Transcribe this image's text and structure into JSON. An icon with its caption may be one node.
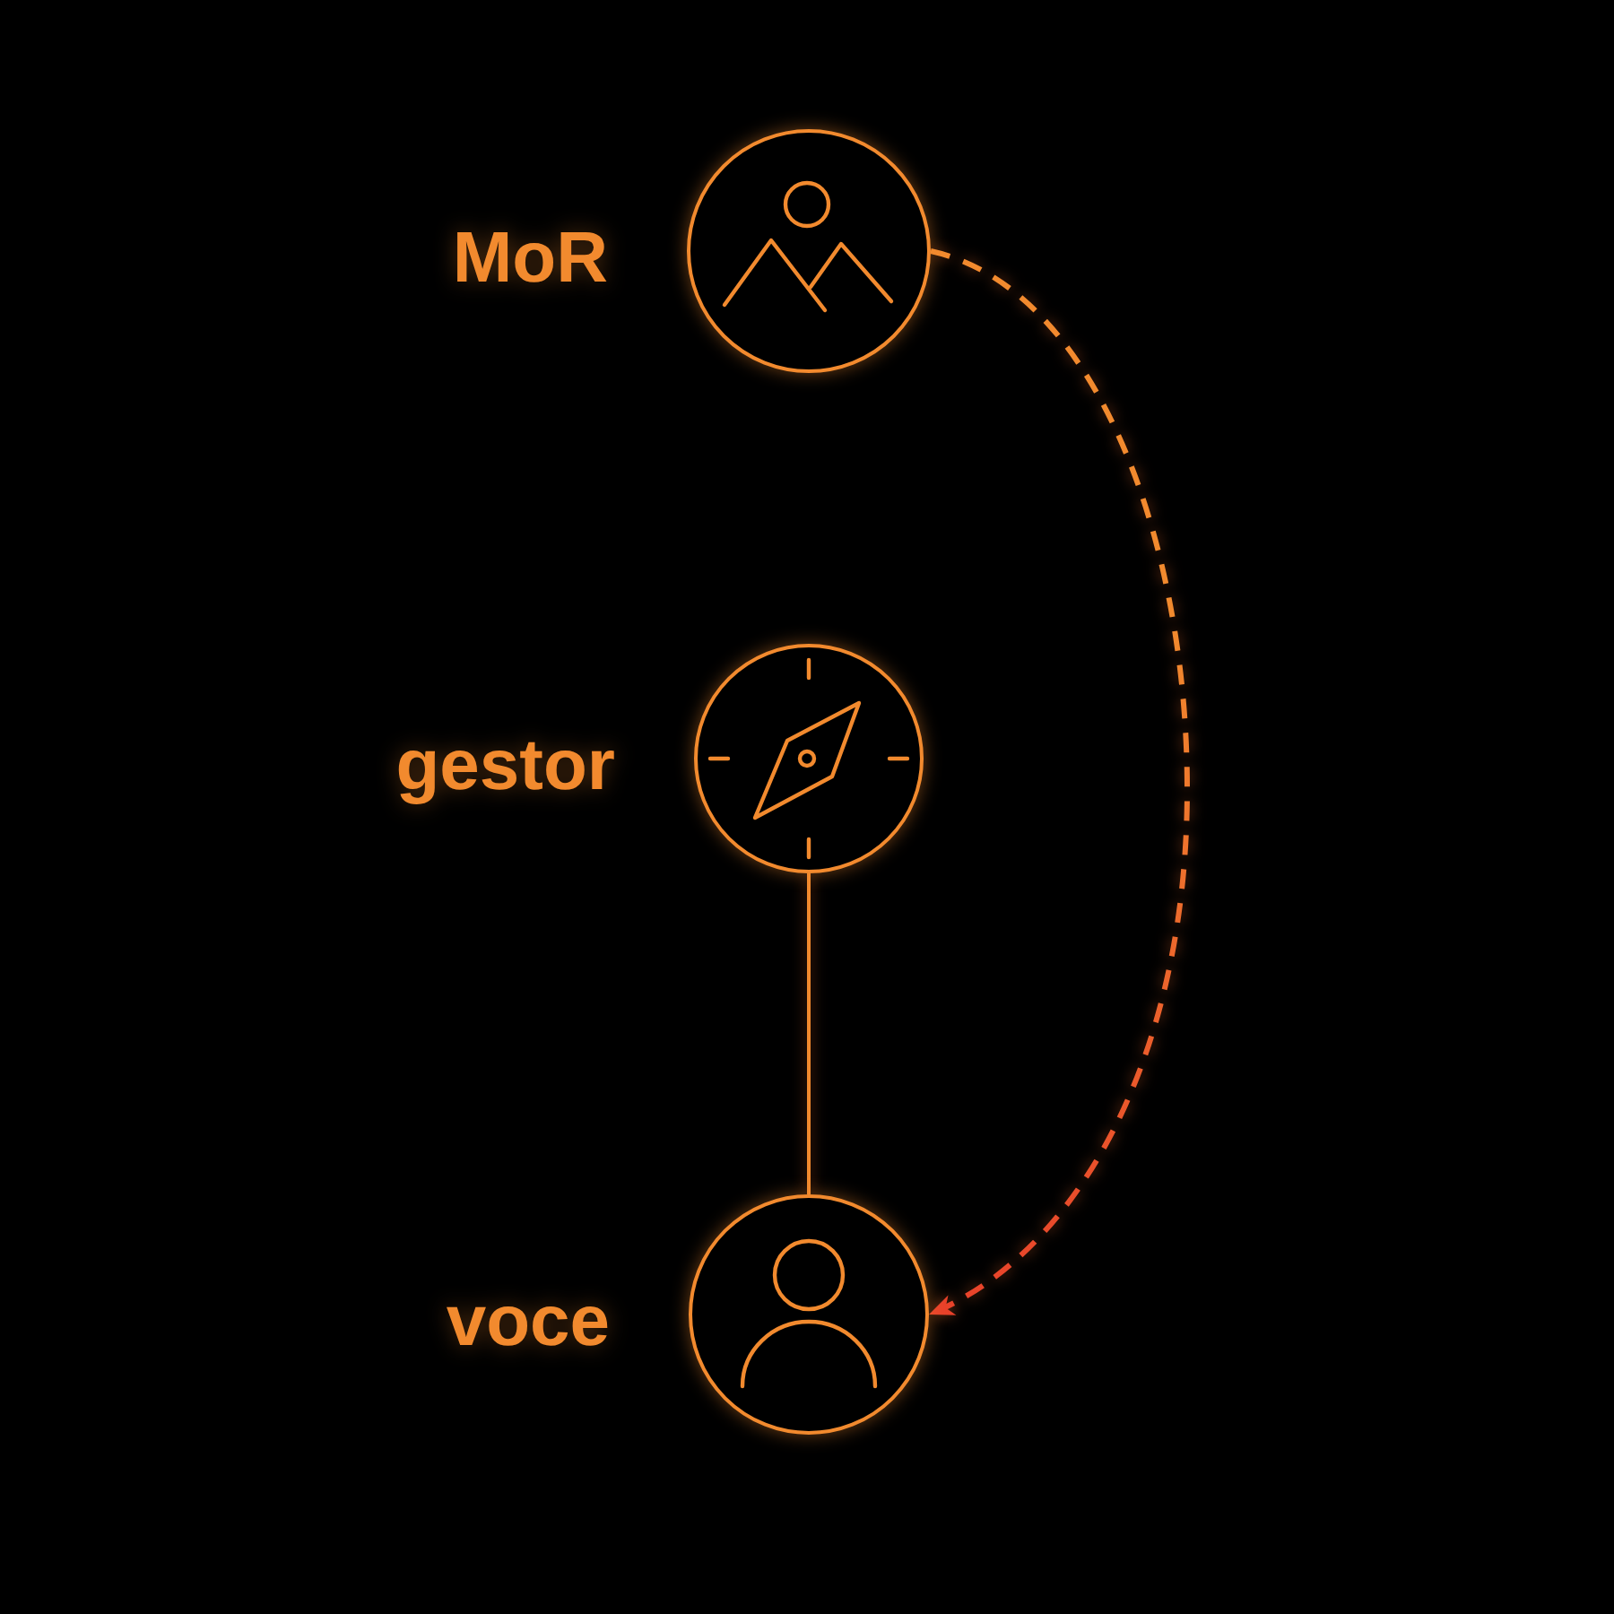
{
  "diagram": {
    "nodes": [
      {
        "text": [],
        "shape": "circle",
        "beside": [
          "MoR"
        ]
      },
      {
        "text": [],
        "shape": "circle",
        "beside": [
          "gestor"
        ]
      },
      {
        "text": [],
        "shape": "circle",
        "beside": [
          "voce"
        ]
      }
    ],
    "edges": [
      {
        "from": 0,
        "to": 2,
        "arrow": "to",
        "style": "dashed",
        "color": "#e8412a"
      },
      {
        "from": 1,
        "to": 2,
        "arrow": "none"
      }
    ]
  }
}
